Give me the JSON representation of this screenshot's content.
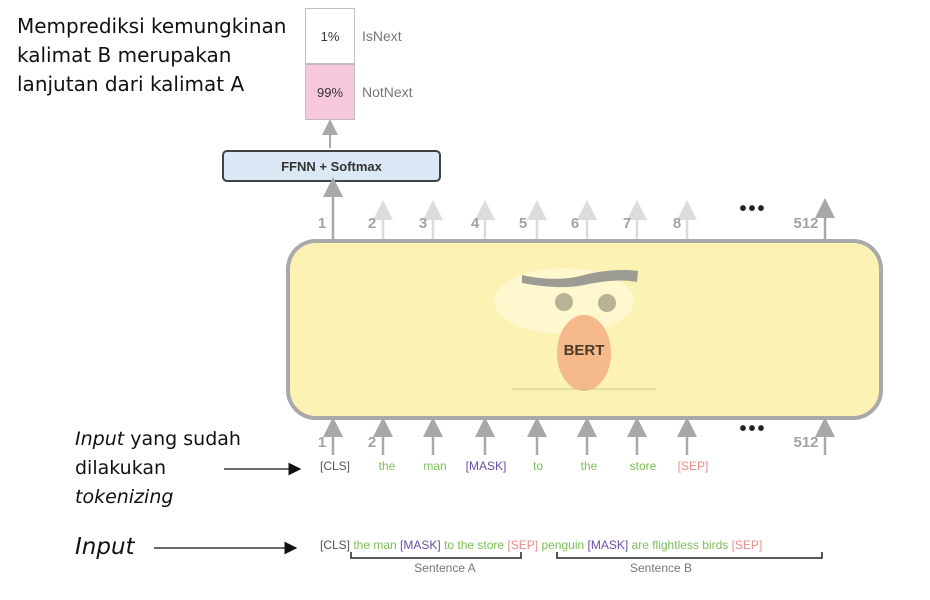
{
  "description": "Memprediksi kemungkinan kalimat B merupakan lanjutan dari kalimat A",
  "output": {
    "rows": [
      {
        "value": "1%",
        "label": "IsNext",
        "color": "#ffffff"
      },
      {
        "value": "99%",
        "label": "NotNext",
        "color": "#f7c8dc"
      }
    ]
  },
  "ffnn_label": "FFNN + Softmax",
  "model": {
    "name": "BERT",
    "box_color": "#fcf2b4",
    "face_nose_color": "#f5b98a"
  },
  "output_positions": [
    "1",
    "2",
    "3",
    "4",
    "5",
    "6",
    "7",
    "8",
    "512"
  ],
  "input_positions": [
    "1",
    "2",
    "512"
  ],
  "ellipsis": "•••",
  "tokens": [
    {
      "text": "[CLS]",
      "kind": "cls"
    },
    {
      "text": "the",
      "kind": "word"
    },
    {
      "text": "man",
      "kind": "word"
    },
    {
      "text": "[MASK]",
      "kind": "mask"
    },
    {
      "text": "to",
      "kind": "word"
    },
    {
      "text": "the",
      "kind": "word"
    },
    {
      "text": "store",
      "kind": "word"
    },
    {
      "text": "[SEP]",
      "kind": "sep"
    }
  ],
  "tokenized_label": {
    "italic": "Input",
    "line1_rest": " yang sudah",
    "line2": "dilakukan",
    "line3": "tokenizing"
  },
  "input_label": "Input",
  "sequence": [
    {
      "text": "[CLS]",
      "kind": "cls"
    },
    {
      "text": " the man ",
      "kind": "word"
    },
    {
      "text": "[MASK]",
      "kind": "mask"
    },
    {
      "text": " to the store ",
      "kind": "word"
    },
    {
      "text": "[SEP]",
      "kind": "sep"
    },
    {
      "text": " penguin ",
      "kind": "word"
    },
    {
      "text": "[MASK]",
      "kind": "mask"
    },
    {
      "text": " are flightless birds ",
      "kind": "word"
    },
    {
      "text": "[SEP]",
      "kind": "sep"
    }
  ],
  "sentence_a": "Sentence A",
  "sentence_b": "Sentence B"
}
